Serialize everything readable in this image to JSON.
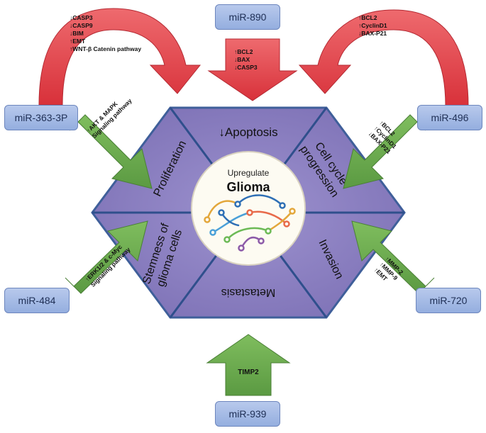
{
  "center": {
    "upregulate": "Upregulate",
    "glioma": "Glioma",
    "brain_icon": "brain-network-icon"
  },
  "segments": {
    "apoptosis": "↓Apoptosis",
    "cell_cycle_line1": "Cell cycle",
    "cell_cycle_line2": "progression",
    "invasion": "Invasion",
    "metastasis": "Metastasis",
    "stemness_line1": "Stemness of",
    "stemness_line2": "glioma cells",
    "proliferation": "Proliferation"
  },
  "mirnas": {
    "m890": "miR-890",
    "m363": "miR-363-3P",
    "m496": "miR-496",
    "m484": "miR-484",
    "m720": "miR-720",
    "m939": "miR-939"
  },
  "notes": {
    "m363_arc": [
      "↓CASP3",
      "↓CASP9",
      "↓BIM",
      "↑EMT",
      "↑WNT-β Catenin pathway"
    ],
    "m890_arrow": [
      "↑BCL2",
      "↓BAX",
      "↓CASP3"
    ],
    "m496_arc": [
      "↑BCL2",
      "↑CyclinD1",
      "↓BAX-P21"
    ],
    "m496_arrow": [
      "↑BCL2",
      "↑CyclinD1",
      "↓BAX-P21"
    ],
    "m363_arrow": [
      "↑AKT & MAPK",
      "Signaling pathway"
    ],
    "m484_arrow": [
      "↑ERK1/2 & c-Myc",
      "Signaling pathway"
    ],
    "m720_arrow": [
      "↑MMP-2",
      "↑MMP-9",
      "↑EMT"
    ],
    "m939_arrow": "TIMP2"
  },
  "colors": {
    "hexagon": "#8a7ec0",
    "hexagon_border": "#3f5f9a",
    "red_arrow": "#e8434a",
    "green_arrow": "#6aa84f",
    "mir_box": "#a6bbe6"
  }
}
